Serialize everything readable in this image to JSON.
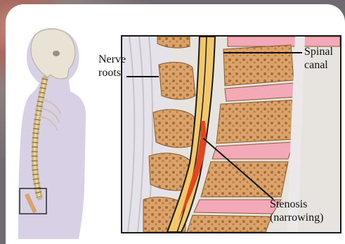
{
  "labels": {
    "nerve_roots_line1": "Nerve",
    "nerve_roots_line2": "roots",
    "spinal_canal_line1": "Spinal",
    "spinal_canal_line2": "canal",
    "stenosis_line1": "Stenosis",
    "stenosis_line2": "(narrowing)"
  },
  "colors": {
    "bone": "#d9a36a",
    "disc": "#f3a9b8",
    "nerve": "#f2c86a",
    "stenosis": "#e1461e",
    "skin": "#d8d0e4"
  }
}
